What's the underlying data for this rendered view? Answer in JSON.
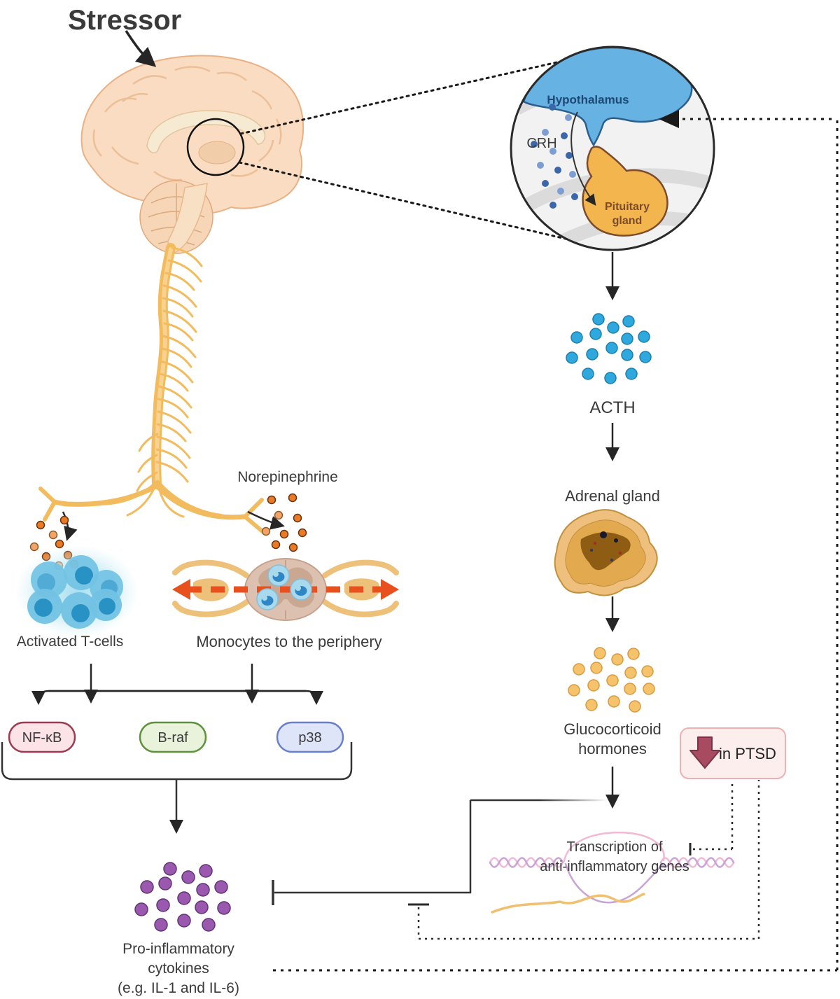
{
  "colors": {
    "stressor_blue": "#2e7bbf",
    "acth_blue": "#2fa9dd",
    "glucocorticoid_gold": "#f4c36b",
    "cytokine_purple": "#9a58ae",
    "norepinephrine_orange": "#e87a28",
    "ptsd_arrow_red": "#a94b60",
    "monocyte_arrow_red": "#e8501e",
    "nerve_yellow": "#f2bc5e"
  },
  "hpa_axis": {
    "stressor_label": "Stressor",
    "acth_label": "ACTH",
    "adrenal_label": "Adrenal gland",
    "glucocorticoid_label_line1": "Glucocorticoid",
    "glucocorticoid_label_line2": "hormones",
    "ptsd_label": "in PTSD",
    "transcription_label_line1": "Transcription of",
    "transcription_label_line2": "anti-inflammatory genes"
  },
  "inset": {
    "hypothalamus_label": "Hypothalamus",
    "crh_label": "CRH",
    "pituitary_label_line1": "Pituitary",
    "pituitary_label_line2": "gland"
  },
  "sns": {
    "norepinephrine_label": "Norepinephrine",
    "tcells_label": "Activated T-cells",
    "monocytes_label": "Monocytes to the periphery",
    "kinases": [
      {
        "label": "NF-κB"
      },
      {
        "label": "B-raf"
      },
      {
        "label": "p38"
      }
    ],
    "cytokines_label_line1": "Pro-inflammatory",
    "cytokines_label_line2": "cytokines",
    "cytokines_label_line3": "(e.g. IL-1 and IL-6)"
  }
}
